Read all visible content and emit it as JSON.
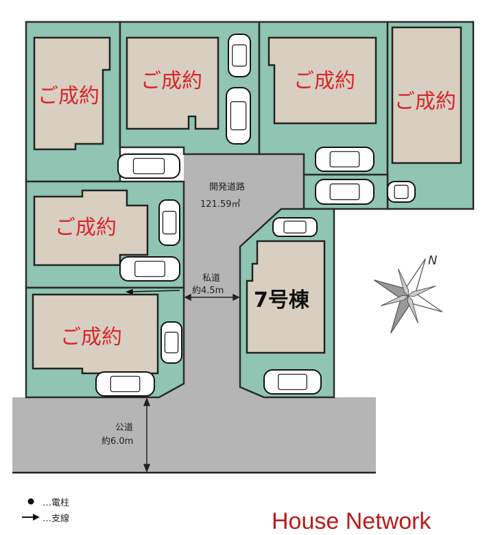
{
  "lots": [
    {
      "id": "lot-1",
      "status": "ご成約"
    },
    {
      "id": "lot-2",
      "status": "ご成約"
    },
    {
      "id": "lot-3",
      "status": "ご成約"
    },
    {
      "id": "lot-4",
      "status": "ご成約"
    },
    {
      "id": "lot-5",
      "status": "ご成約"
    },
    {
      "id": "lot-6",
      "status": "ご成約"
    },
    {
      "id": "lot-7",
      "status": "7号棟"
    }
  ],
  "dev_road": {
    "label": "開発道路",
    "area": "121.59㎡"
  },
  "private_road": {
    "label": "私道",
    "width": "約4.5m"
  },
  "public_road": {
    "label": "公道",
    "width": "約6.0m"
  },
  "compass": {
    "label": "N"
  },
  "legend": [
    {
      "icon": "utility-pole-dot",
      "text": "…電柱"
    },
    {
      "icon": "guy-wire-arrow",
      "text": "…支線"
    }
  ],
  "brand": "House Network",
  "colors": {
    "lot": "#8fc5b2",
    "building": "#d8cfc1",
    "road": "#b5b5b6",
    "sold": "#d8262c",
    "brand": "#b81c1c"
  }
}
